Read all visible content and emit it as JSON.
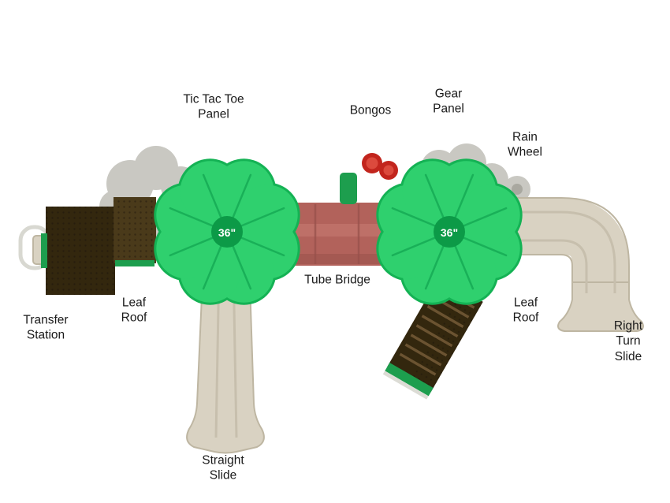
{
  "page": {
    "background": "#ffffff",
    "description": "Playground structure top view with part labels"
  },
  "badges": {
    "left_roof_size": "36\"",
    "right_roof_size": "36\""
  },
  "labels": {
    "tic_tac_toe_panel": "Tic Tac Toe\nPanel",
    "bongos": "Bongos",
    "gear_panel": "Gear\nPanel",
    "rain_wheel": "Rain\nWheel",
    "transfer_station": "Transfer\nStation",
    "leaf_roof_left": "Leaf\nRoof",
    "tube_bridge": "Tube Bridge",
    "leaf_roof_right": "Leaf\nRoof",
    "right_turn_slide": "Right Turn\nSlide",
    "straight_slide": "Straight\nSlide"
  },
  "colors": {
    "deck_gray": "#c9c8c2",
    "wood_brown": "#33270e",
    "wood_brown_light": "#4a3a1a",
    "accent_green": "#1d9e4e",
    "slide_tan": "#d9d2c2",
    "slide_edge": "#beb6a2",
    "slide_groove": "#c7bfad",
    "tube_red": "#b2625b",
    "tube_dark": "#96504a",
    "tube_light": "#c0736b",
    "leaf_green": "#2fd06e",
    "leaf_outline": "#14b254",
    "leaf_vein": "#13a551",
    "badge_green": "#0c9a47",
    "bongo_red": "#c2251d",
    "bongo_red_light": "#dc4a3d",
    "rail_gray": "#d8d8d1"
  }
}
